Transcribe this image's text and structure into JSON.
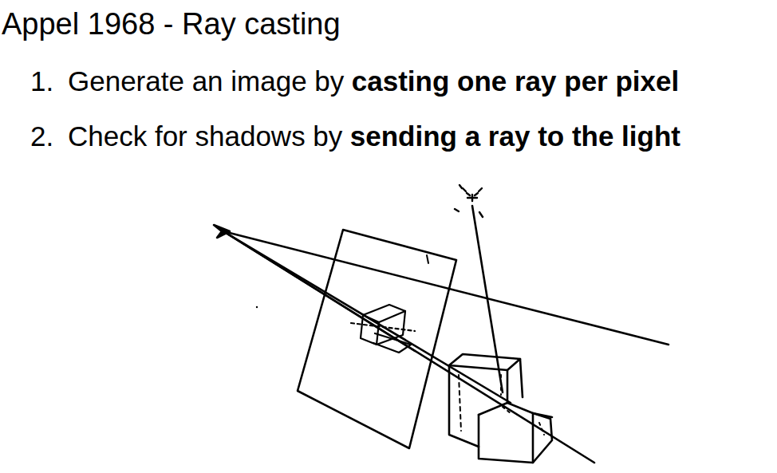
{
  "diagram": {
    "title": "Appel 1968 - Ray casting",
    "labels": [
      "1.",
      "Generate an image by",
      "casting one ray per pixel",
      "2.",
      "Check for shadows by",
      "sending a ray to the light"
    ]
  }
}
